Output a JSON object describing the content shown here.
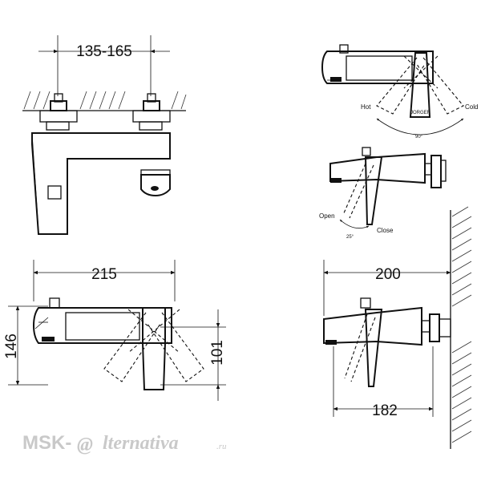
{
  "dimensions": {
    "front_top_width": "135-165",
    "bottom_left_width": "215",
    "bottom_left_height": "146",
    "bottom_left_inner_height": "101",
    "bottom_right_depth": "200",
    "bottom_right_base": "182"
  },
  "labels": {
    "hot": "Hot",
    "cold": "Cold",
    "angle_rotation": "90°",
    "open": "Open",
    "close": "Close",
    "angle_tilt": "25°"
  },
  "watermark": {
    "left": "MSK-",
    "at": "@",
    "right": "lternativa",
    "suffix": ".ru"
  }
}
